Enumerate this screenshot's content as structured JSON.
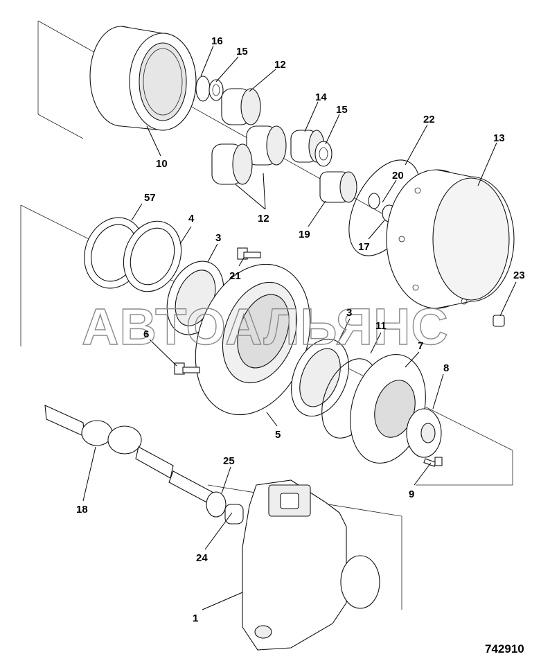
{
  "figure_number": "742910",
  "watermark": "АВТОАЛЬЯНС",
  "part_labels": [
    "16",
    "15",
    "12",
    "14",
    "15",
    "22",
    "13",
    "10",
    "20",
    "12",
    "19",
    "17",
    "57",
    "4",
    "3",
    "21",
    "23",
    "3",
    "11",
    "6",
    "7",
    "8",
    "5",
    "25",
    "9",
    "18",
    "24",
    "1"
  ],
  "colors": {
    "line": "#000000",
    "part_fill": "#ffffff",
    "shade": "#d9d9d9",
    "watermark": "#8a8a8a"
  }
}
